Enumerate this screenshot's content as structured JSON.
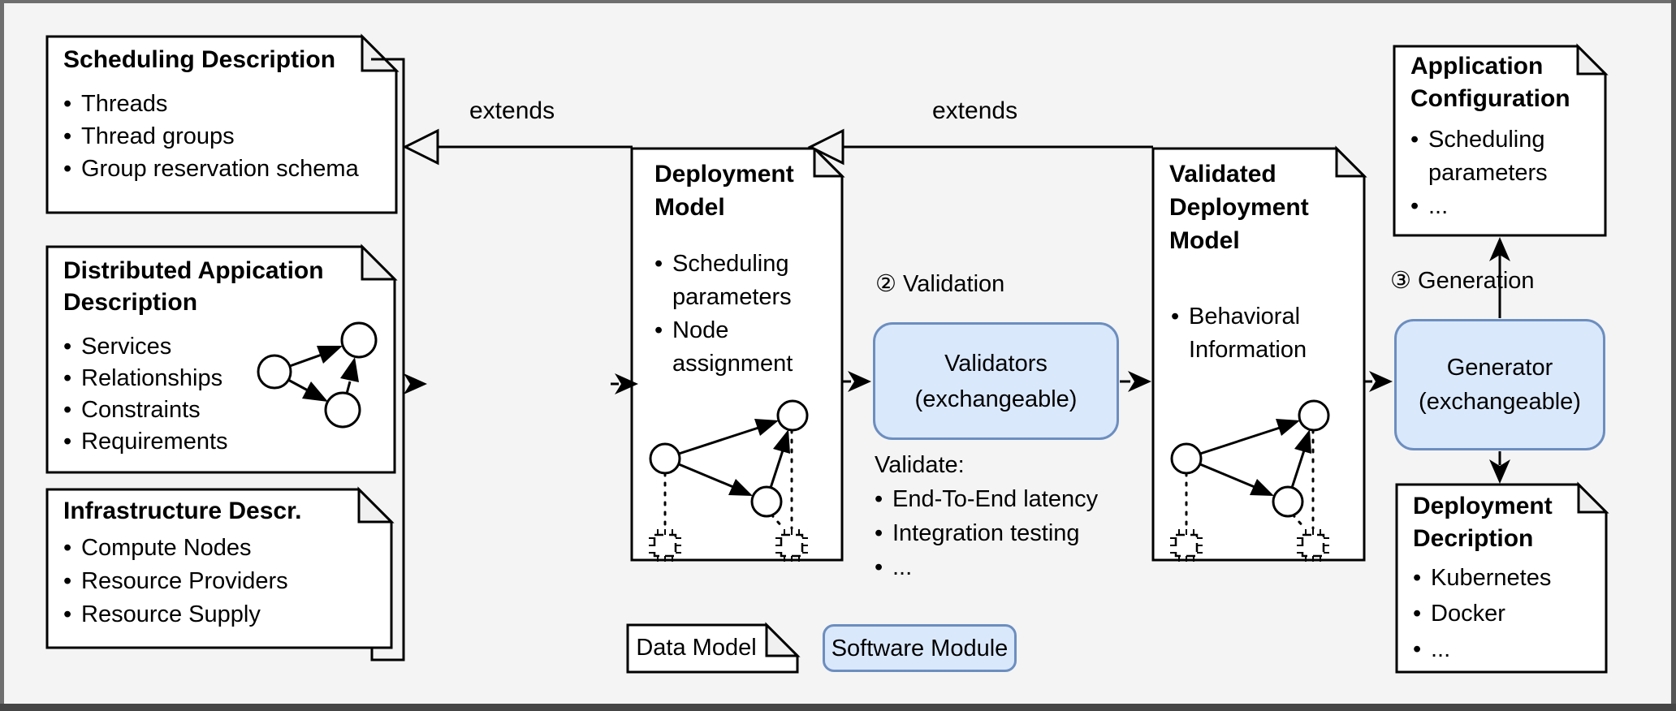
{
  "ui": {
    "bullet": "•"
  },
  "colors": {
    "background": "#f4f4f4",
    "module_fill": "#dae8fc",
    "module_stroke": "#6c8ebf",
    "document_fill": "#ffffff",
    "line_color": "#000000",
    "frame_color": "#5a5a5a"
  },
  "arrows": {
    "extends_left_label": "extends",
    "extends_right_label": "extends"
  },
  "steps": {
    "validation": "② Validation",
    "generation": "③ Generation"
  },
  "documents": {
    "scheduling": {
      "title": "Scheduling Description",
      "items": [
        "Threads",
        "Thread groups",
        "Group reservation schema"
      ]
    },
    "distributed_application": {
      "title": "Distributed Appication Description",
      "items": [
        "Services",
        "Relationships",
        "Constraints",
        "Requirements"
      ]
    },
    "infrastructure": {
      "title": "Infrastructure Descr.",
      "items": [
        "Compute Nodes",
        "Resource Providers",
        "Resource Supply"
      ]
    },
    "deployment_model": {
      "title": "Deployment Model",
      "items": [
        "Scheduling parameters",
        "Node assignment"
      ]
    },
    "validated_deployment_model": {
      "title": "Validated Deployment Model",
      "items": [
        "Behavioral Information"
      ]
    },
    "application_configuration": {
      "title": "Application Configuration",
      "items": [
        "Scheduling parameters",
        "..."
      ]
    },
    "deployment_description": {
      "title": "Deployment Decription",
      "items": [
        "Kubernetes",
        "Docker",
        "..."
      ]
    }
  },
  "modules": {
    "validators": {
      "label": "Validators (exchangeable)"
    },
    "generator": {
      "label": "Generator (exchangeable)"
    }
  },
  "validate_note": {
    "heading": "Validate:",
    "items": [
      "End-To-End latency",
      "Integration testing",
      "..."
    ]
  },
  "legend": {
    "data_model": "Data Model",
    "software_module": "Software Module"
  }
}
